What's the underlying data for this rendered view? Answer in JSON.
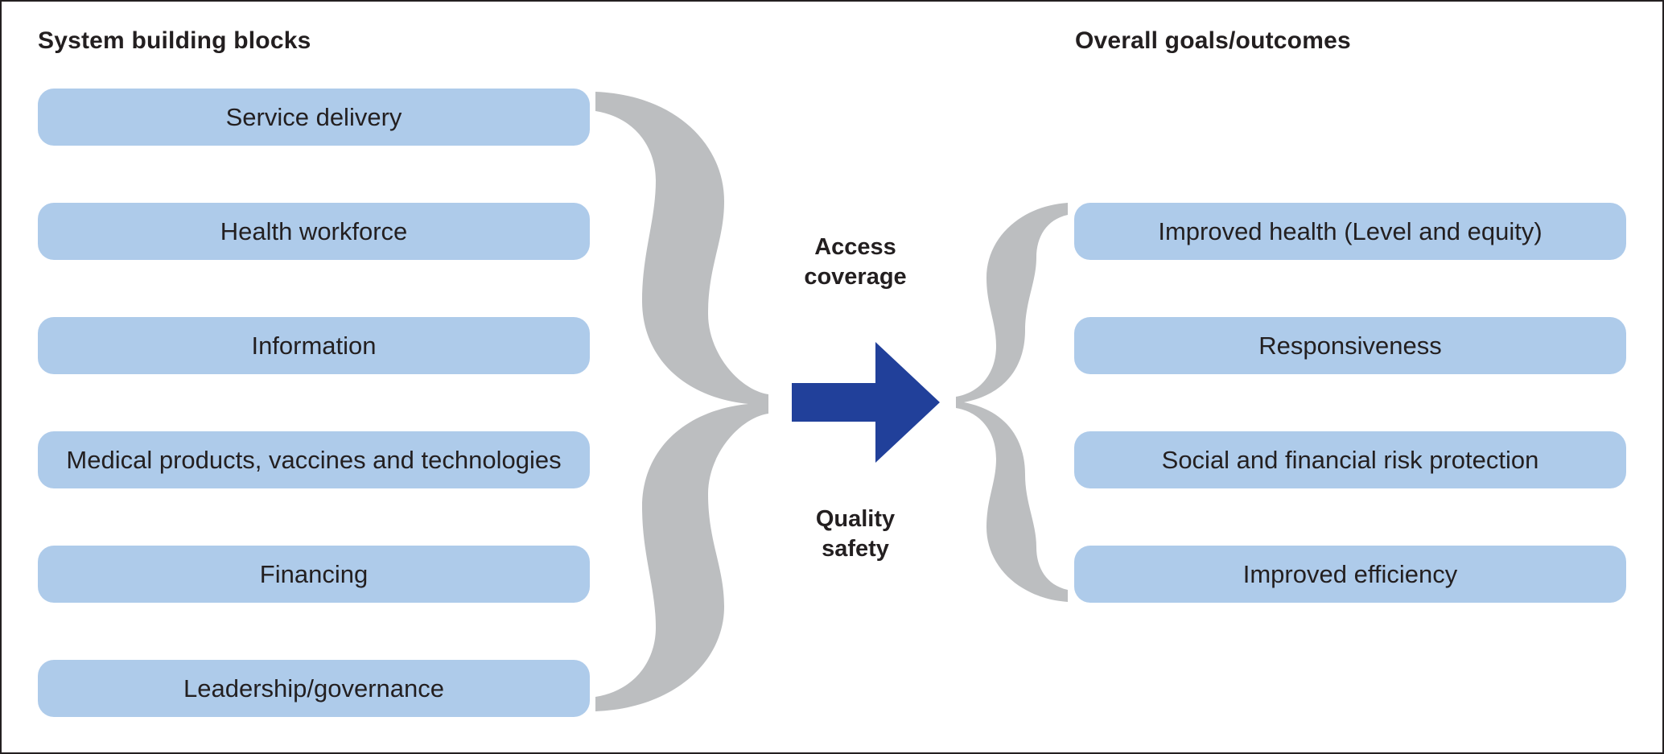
{
  "headings": {
    "left": "System building blocks",
    "right": "Overall goals/outcomes"
  },
  "building_blocks": [
    "Service delivery",
    "Health workforce",
    "Information",
    "Medical products, vaccines and technologies",
    "Financing",
    "Leadership/governance"
  ],
  "goals": [
    "Improved health (Level and equity)",
    "Responsiveness",
    "Social and financial risk protection",
    "Improved efficiency"
  ],
  "middle": {
    "top_line1": "Access",
    "top_line2": "coverage",
    "bottom_line1": "Quality",
    "bottom_line2": "safety"
  },
  "colors": {
    "box_fill": "#aecbea",
    "brace": "#bcbec0",
    "arrow": "#21409a",
    "text": "#231f20"
  }
}
